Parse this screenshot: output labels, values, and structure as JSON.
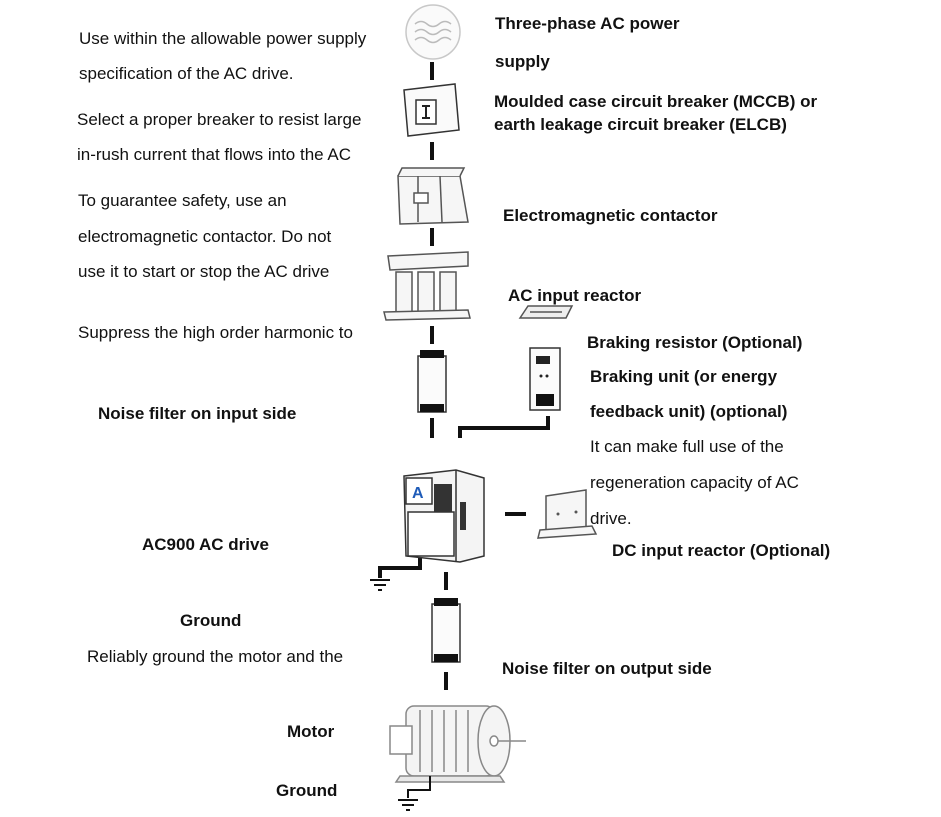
{
  "left_notes": [
    "Use within the allowable power supply",
    "specification of the AC drive.",
    "Select a proper breaker to resist large",
    "in-rush current that flows into the AC",
    "To guarantee safety, use an",
    "electromagnetic contactor. Do not",
    "use it to start or stop the AC drive",
    "Suppress the high order harmonic to",
    "Reliably ground the motor and the"
  ],
  "labels": {
    "power_supply_1": "Three-phase AC power",
    "power_supply_2": "supply",
    "mccb_1": "Moulded case circuit breaker (MCCB) or",
    "mccb_2": "earth leakage circuit breaker (ELCB)",
    "contactor": "Electromagnetic contactor",
    "input_reactor": "AC input reactor",
    "braking_resistor": "Braking resistor (Optional)",
    "braking_unit_1": "Braking unit (or energy",
    "braking_unit_2": "feedback unit) (optional)",
    "braking_note_1": "It can make full use of the",
    "braking_note_2": "regeneration capacity of AC",
    "braking_note_3": "drive.",
    "input_filter": "Noise filter on input side",
    "drive": "AC900 AC drive",
    "dc_reactor": "DC input reactor (Optional)",
    "ground_drive": "Ground",
    "output_filter": "Noise filter on output side",
    "motor": "Motor",
    "ground_motor": "Ground"
  },
  "colors": {
    "line": "#111111",
    "device_outline": "#555555",
    "device_fill": "#f2f2f2",
    "logo_blue": "#1e5bb8"
  }
}
